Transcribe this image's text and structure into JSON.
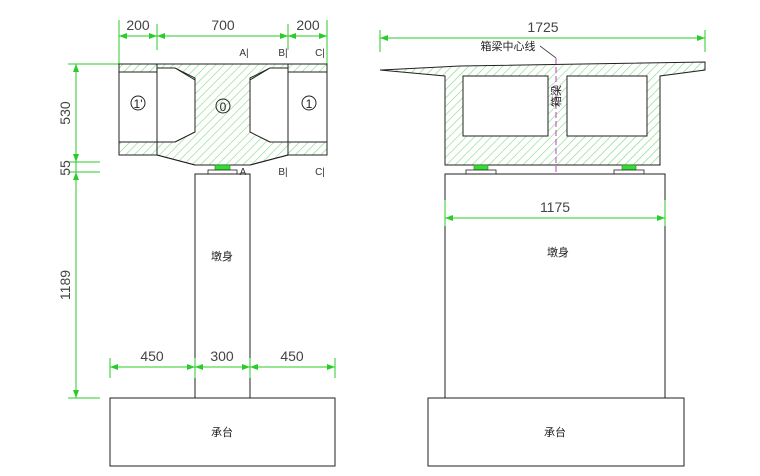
{
  "colors": {
    "outline": "#222222",
    "dimension_green": "#29cc29",
    "hatch_green": "#7fd87f",
    "centerline_purple": "#c040c0",
    "bearing_green": "#33dd33"
  },
  "left_view": {
    "top_dims": [
      "200",
      "700",
      "200"
    ],
    "left_dims": [
      "530",
      "55",
      "1189"
    ],
    "bottom_dims": [
      "450",
      "300",
      "450"
    ],
    "section_labels_top": [
      "A|",
      "B|",
      "C|"
    ],
    "section_labels_bottom": [
      "A",
      "B|",
      "C|"
    ],
    "cell_labels": [
      "1'",
      "0",
      "1"
    ],
    "pier_label": "墩身",
    "cap_label": "承台"
  },
  "right_view": {
    "top_dim": "1725",
    "mid_dim": "1175",
    "centerline_label": "箱梁中心线",
    "girder_label": "箱梁",
    "pier_label": "墩身",
    "cap_label": "承台"
  }
}
